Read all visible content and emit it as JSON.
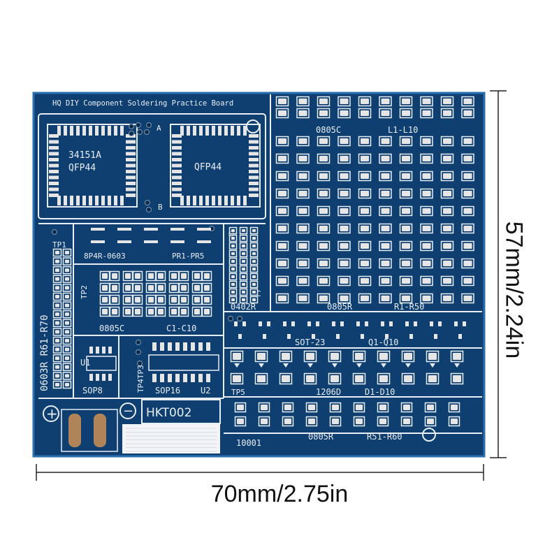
{
  "board": {
    "title": "HQ DIY Component Soldering Practice Board",
    "model": "HKT002",
    "serial": "10001",
    "colors": {
      "board": "#0f3f70",
      "silk": "#e8eef6",
      "pad": "#e6e6e6",
      "copper": "#b08458",
      "edge": "#2a6fb0"
    }
  },
  "labels": {
    "chip_a_name": "34151A",
    "chip_a_pkg": "QFP44",
    "chip_b_pkg": "QFP44",
    "mark_a": "A",
    "mark_b": "B",
    "mark_c": "C",
    "grid_pkg": "0805C",
    "grid_range": "L1-L10",
    "tp1": "TP1",
    "tp2": "TP2",
    "tp3_4": "TP4TP3",
    "tp5": "TP5",
    "side_label": "0603R R61-R70",
    "array_pkg": "8P4R-0603",
    "array_range": "PR1-PR5",
    "cap_pkg": "0805C",
    "cap_range": "C1-C10",
    "small_r": "0402R",
    "res_pkg": "0805R",
    "res_range": "R1-R50",
    "sot_pkg": "SOT-23",
    "sot_range": "Q1-Q10",
    "u1": "U1",
    "u2": "U2",
    "sop8": "SOP8",
    "sop16": "SOP16",
    "diode_pkg": "1206D",
    "diode_range": "D1-D10",
    "res2_pkg": "0805R",
    "res2_range": "R51-R60",
    "plus": "+",
    "minus": "−"
  },
  "dimensions": {
    "width": "70mm/2.75in",
    "height": "57mm/2.24in"
  }
}
